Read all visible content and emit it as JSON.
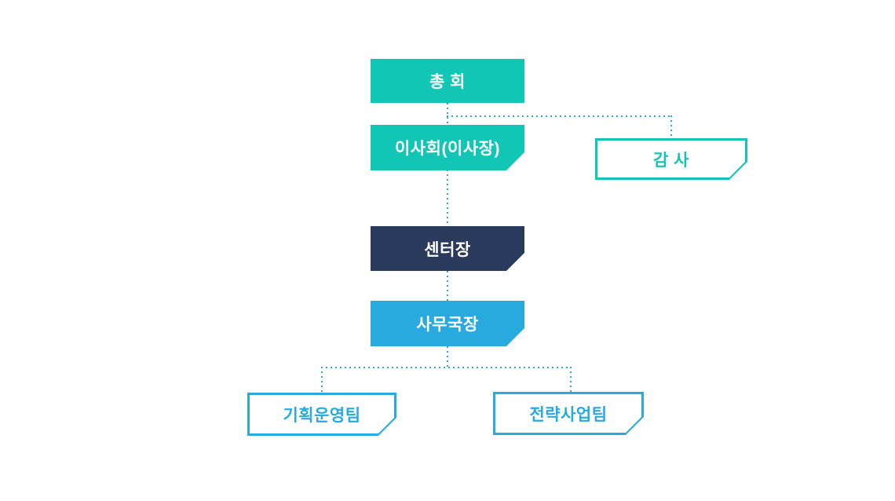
{
  "diagram": {
    "type": "org-chart",
    "colors": {
      "teal": "#12C6B6",
      "navy": "#293A5C",
      "blue": "#29AADF",
      "connector": "#2BAADF",
      "background": "#FFFFFF",
      "text_on_fill": "#FFFFFF"
    },
    "nodes": {
      "general_assembly": {
        "label": "총 회",
        "style": "filled-teal",
        "level": 1
      },
      "board_of_directors": {
        "label": "이사회(이사장)",
        "style": "filled-teal-notched",
        "level": 2
      },
      "auditor": {
        "label": "감 사",
        "style": "outlined-teal-notched",
        "level": 2
      },
      "center_director": {
        "label": "센터장",
        "style": "filled-navy-notched",
        "level": 3
      },
      "secretary_general": {
        "label": "사무국장",
        "style": "filled-blue-notched",
        "level": 4
      },
      "planning_operations_team": {
        "label": "기획운영팀",
        "style": "outlined-blue-notched",
        "level": 5
      },
      "strategic_business_team": {
        "label": "전략사업팀",
        "style": "outlined-blue-notched",
        "level": 5
      }
    },
    "edges": [
      {
        "from": "general_assembly",
        "to": "board_of_directors",
        "line": "dotted"
      },
      {
        "from": "general_assembly",
        "to": "auditor",
        "line": "dotted"
      },
      {
        "from": "board_of_directors",
        "to": "center_director",
        "line": "dotted"
      },
      {
        "from": "center_director",
        "to": "secretary_general",
        "line": "dotted"
      },
      {
        "from": "secretary_general",
        "to": "planning_operations_team",
        "line": "dotted"
      },
      {
        "from": "secretary_general",
        "to": "strategic_business_team",
        "line": "dotted"
      }
    ]
  }
}
